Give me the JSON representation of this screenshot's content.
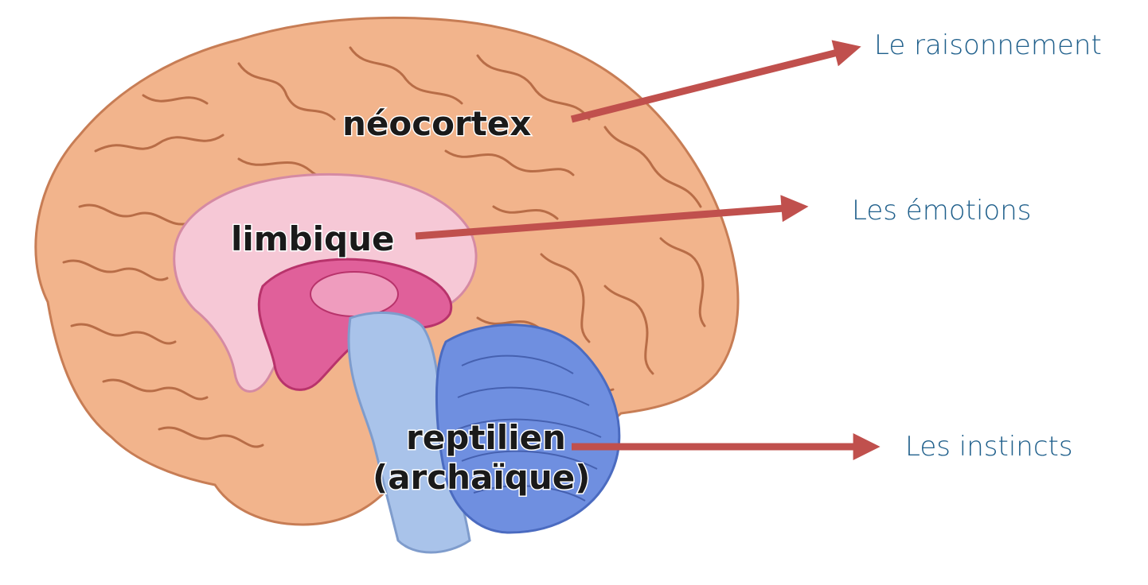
{
  "diagram": {
    "regions": {
      "neocortex": "néocortex",
      "limbique": "limbique",
      "reptilien_line1": "reptilien",
      "reptilien_line2": "(archaïque)"
    },
    "functions": {
      "raisonnement": "Le raisonnement",
      "emotions": "Les émotions",
      "instincts": "Les instincts"
    }
  },
  "colors": {
    "cortex": "#f2b48c",
    "cortex_dark": "#c77d55",
    "limbic": "#f4c0d0",
    "limbic_dark": "#d6457c",
    "brainstem": "#a9c3ea",
    "cerebellum": "#6f8fe0",
    "arrow": "#c0504d",
    "function_text": "#1f5f8b"
  }
}
